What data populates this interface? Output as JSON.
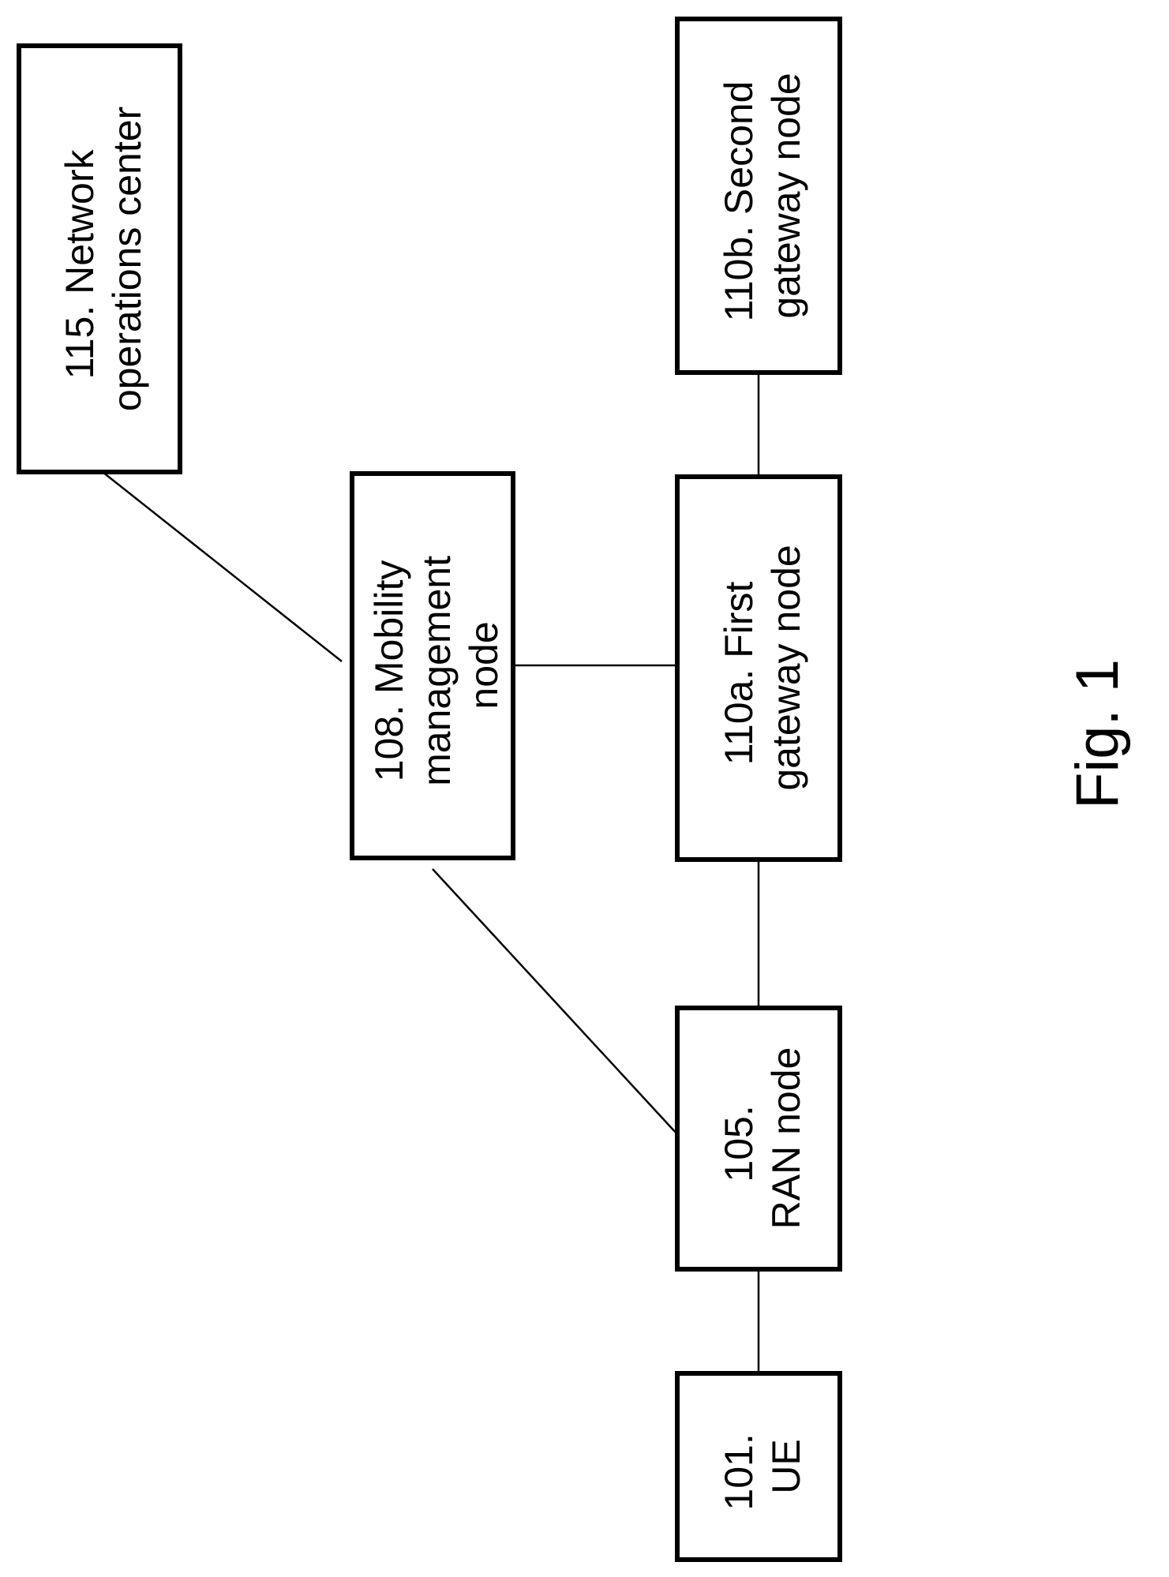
{
  "nodes": {
    "noc": {
      "lines": [
        "115. Network",
        "operations center"
      ]
    },
    "mobility": {
      "lines": [
        "108. Mobility",
        "management",
        "node"
      ]
    },
    "gw1": {
      "lines": [
        "110a. First",
        "gateway node"
      ]
    },
    "gw2": {
      "lines": [
        "110b. Second",
        "gateway node"
      ]
    },
    "ran": {
      "lines": [
        "105.",
        "RAN node"
      ]
    },
    "ue": {
      "lines": [
        "101.",
        "UE"
      ]
    }
  },
  "connections": [
    {
      "from": "noc",
      "to": "mobility"
    },
    {
      "from": "mobility",
      "to": "gw1"
    },
    {
      "from": "mobility",
      "to": "ran"
    },
    {
      "from": "gw1",
      "to": "gw2"
    },
    {
      "from": "gw1",
      "to": "ran"
    },
    {
      "from": "ran",
      "to": "ue"
    }
  ],
  "caption": "Fig. 1"
}
